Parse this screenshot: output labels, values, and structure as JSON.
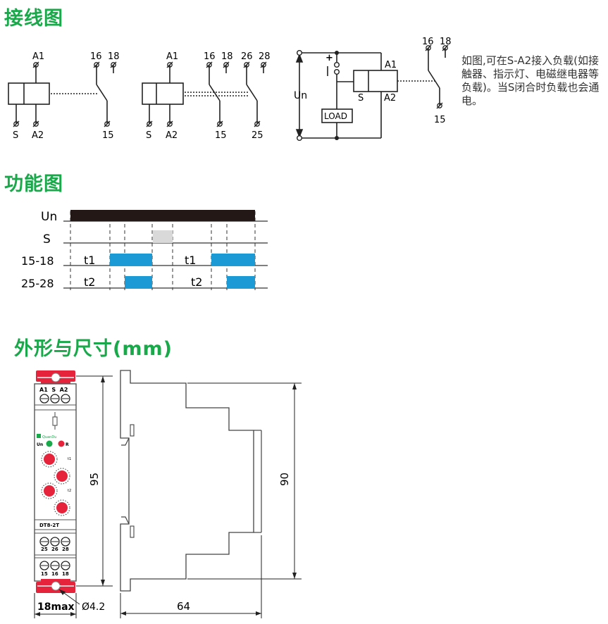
{
  "headings": {
    "wiring": "接线图",
    "function": "功能图",
    "dimensions": "外形与尺寸(mm)"
  },
  "wiring": {
    "a1": "A1",
    "a2": "A2",
    "s": "S",
    "t16": "16",
    "t18": "18",
    "t15": "15",
    "t26": "26",
    "t28": "28",
    "t25": "25",
    "un": "Un",
    "plus": "+",
    "load": "LOAD",
    "note": "如图,可在S-A2接入负载(如接触器、指示灯、电磁继电器等负载)。当S闭合时负载也会通电。"
  },
  "timing": {
    "rows": [
      {
        "label": "Un"
      },
      {
        "label": "S"
      },
      {
        "label": "15-18",
        "t_labels": [
          "t1",
          "t1"
        ]
      },
      {
        "label": "25-28",
        "t_labels": [
          "t2",
          "t2"
        ]
      }
    ]
  },
  "device": {
    "top_terminals": "A1  S  A2",
    "brand": "QuanDu",
    "led_un": "Un",
    "led_r": "R",
    "knob_t1": "t1",
    "knob_t2": "t2",
    "model": "DT8-2T",
    "row_mid": [
      "25",
      "26",
      "28"
    ],
    "row_bot": [
      "15",
      "16",
      "18"
    ]
  },
  "dimensions": {
    "height_front": "95",
    "height_side": "90",
    "width_front": "18max",
    "hole": "Ø4.2",
    "depth": "64"
  },
  "colors": {
    "heading_green": "#19a84a",
    "pulse_blue": "#1c9ad6",
    "bar_dark": "#231815",
    "terminal_red": "#e5243b",
    "s_gray": "#d9d9d9"
  }
}
